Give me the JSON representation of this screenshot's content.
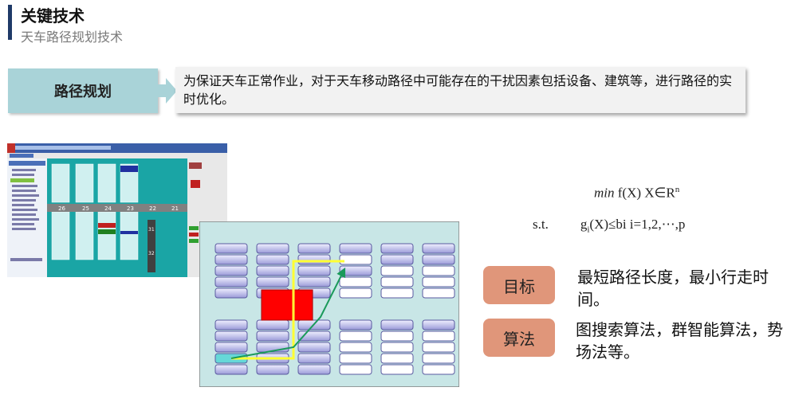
{
  "header": {
    "title": "关键技术",
    "subtitle": "天车路径规划技术"
  },
  "topic": {
    "label": "路径规划",
    "description": "为保证天车正常作业，对于天车移动路径中可能存在的干扰因素包括设备、建筑等，进行路径的实时优化。"
  },
  "formula": {
    "line1_min": "min",
    "line1_expr": " f(X)    X∈R",
    "line1_sup": "n",
    "line2_st": "s.t.",
    "line2_g": "g",
    "line2_sub": "i",
    "line2_rest": "(X)≤bi    i=1,2,⋯,p"
  },
  "goal": {
    "label": "目标",
    "text": "最短路径长度，最小行走时间。"
  },
  "algorithm": {
    "label": "算法",
    "text": "图搜索算法，群智能算法，势场法等。"
  },
  "software": {
    "bay_numbers": [
      "26",
      "25",
      "24",
      "23",
      "22",
      "21"
    ],
    "side_numbers": [
      "31",
      "32"
    ]
  },
  "colors": {
    "title_bar": "#1f3a68",
    "path_box": "#a9d3d8",
    "pill": "#e0967a",
    "diagram_bg": "#c8e6e6",
    "obstacle": "#ff0000",
    "yellow_path": "#ffff33",
    "green_path": "#1a9a5a"
  }
}
